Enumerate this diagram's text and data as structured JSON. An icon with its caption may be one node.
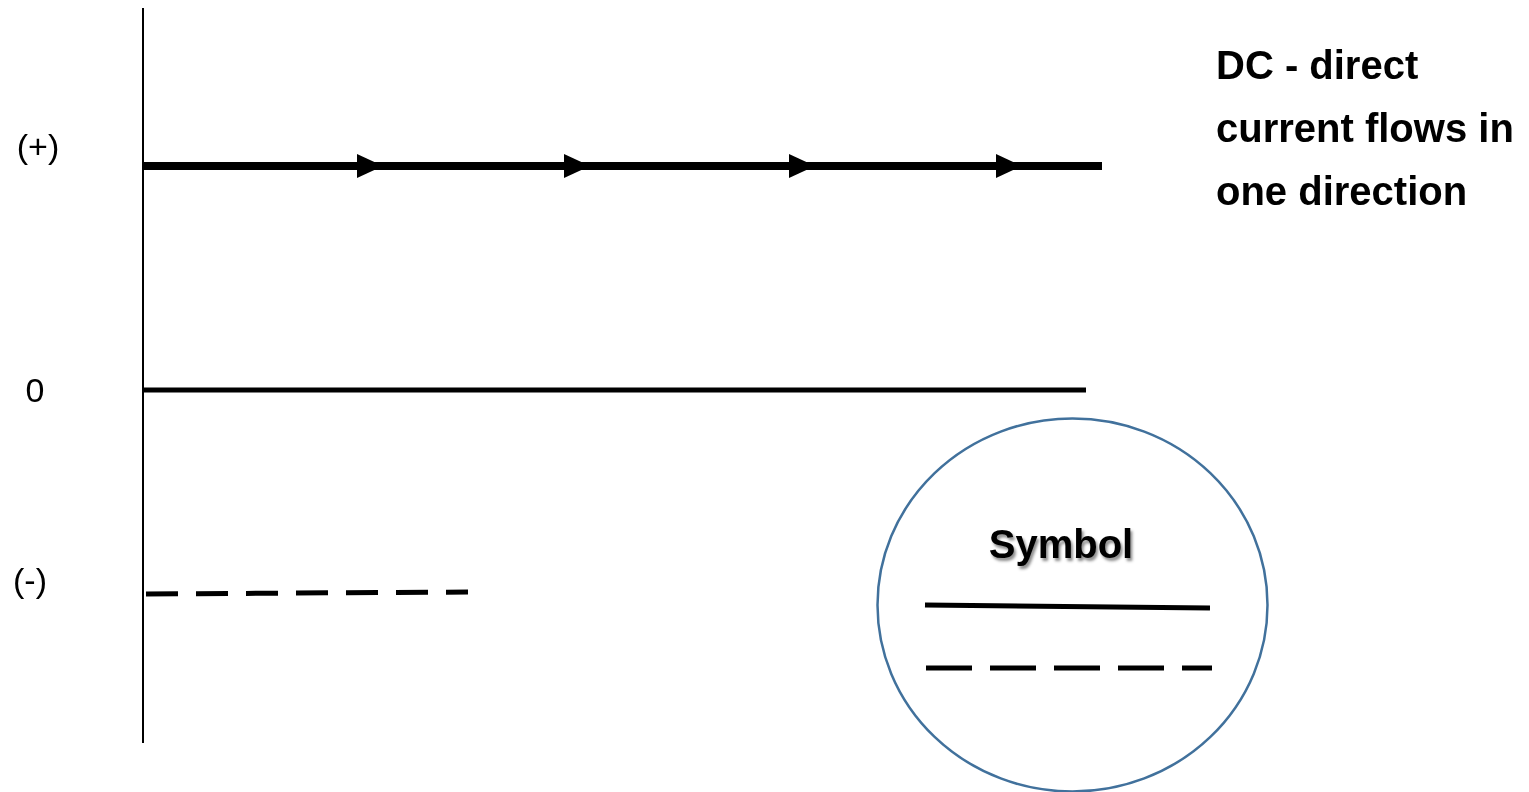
{
  "diagram": {
    "nodes": [
      {
        "text": [
          "Symbol"
        ]
      }
    ],
    "labels": [
      "(+)",
      "0",
      "(-)",
      "DC - direct current flows in one direction"
    ]
  }
}
